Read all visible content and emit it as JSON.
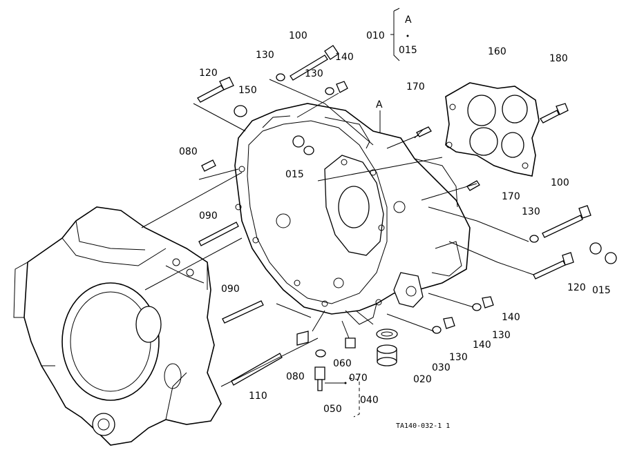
{
  "parts": [
    {
      "id": "p010",
      "text": "010"
    },
    {
      "id": "p015a",
      "text": "015"
    },
    {
      "id": "pA1",
      "text": "A"
    },
    {
      "id": "pA2",
      "text": "A"
    },
    {
      "id": "p100a",
      "text": "100"
    },
    {
      "id": "p130a",
      "text": "130"
    },
    {
      "id": "p140a",
      "text": "140"
    },
    {
      "id": "p130b",
      "text": "130"
    },
    {
      "id": "p120a",
      "text": "120"
    },
    {
      "id": "p150",
      "text": "150"
    },
    {
      "id": "p080a",
      "text": "080"
    },
    {
      "id": "p015b",
      "text": "015"
    },
    {
      "id": "p170a",
      "text": "170"
    },
    {
      "id": "p160",
      "text": "160"
    },
    {
      "id": "p180",
      "text": "180"
    },
    {
      "id": "p170b",
      "text": "170"
    },
    {
      "id": "p100b",
      "text": "100"
    },
    {
      "id": "p130c",
      "text": "130"
    },
    {
      "id": "p120b",
      "text": "120"
    },
    {
      "id": "p015c",
      "text": "015"
    },
    {
      "id": "p090a",
      "text": "090"
    },
    {
      "id": "p090b",
      "text": "090"
    },
    {
      "id": "p140b",
      "text": "140"
    },
    {
      "id": "p130d",
      "text": "130"
    },
    {
      "id": "p140c",
      "text": "140"
    },
    {
      "id": "p130e",
      "text": "130"
    },
    {
      "id": "p030",
      "text": "030"
    },
    {
      "id": "p020",
      "text": "020"
    },
    {
      "id": "p060",
      "text": "060"
    },
    {
      "id": "p070",
      "text": "070"
    },
    {
      "id": "p080b",
      "text": "080"
    },
    {
      "id": "p110",
      "text": "110"
    },
    {
      "id": "p040",
      "text": "040"
    },
    {
      "id": "p050",
      "text": "050"
    }
  ],
  "drawing_ref": "TA140-032-1 1"
}
